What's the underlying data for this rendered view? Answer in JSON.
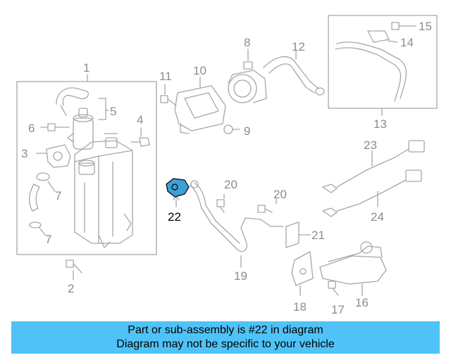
{
  "labels": {
    "p1": "1",
    "p2": "2",
    "p3": "3",
    "p4": "4",
    "p5": "5",
    "p6": "6",
    "p7a": "7",
    "p7b": "7",
    "p8": "8",
    "p9": "9",
    "p10": "10",
    "p11": "11",
    "p12": "12",
    "p13": "13",
    "p14": "14",
    "p15": "15",
    "p16": "16",
    "p17": "17",
    "p18": "18",
    "p19": "19",
    "p20a": "20",
    "p20b": "20",
    "p21": "21",
    "p22": "22",
    "p23": "23",
    "p24": "24"
  },
  "banner": {
    "line1": "Part or sub-assembly is #22 in diagram",
    "line2": "Diagram may not be specific to your vehicle"
  },
  "colors": {
    "line": "#a6a6a6",
    "highlight_part": "#3f9fd6",
    "banner_bg": "#4fc3f7"
  }
}
